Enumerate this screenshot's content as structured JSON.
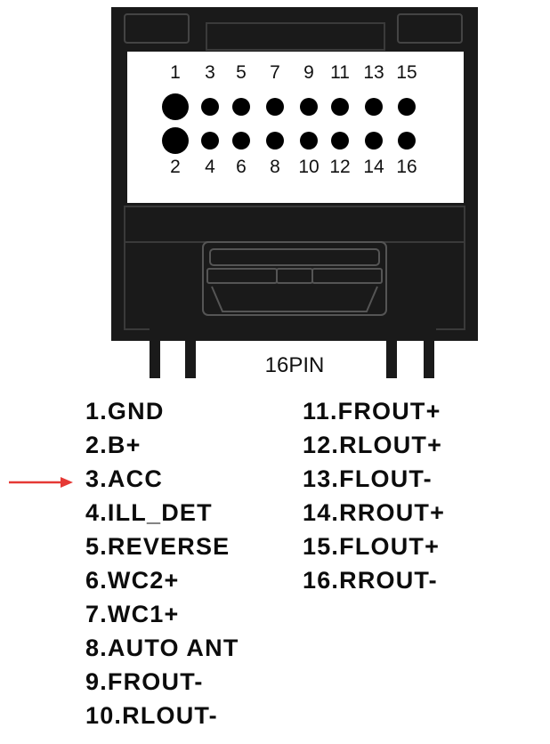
{
  "connector": {
    "label": "16PIN",
    "pin_numbers_top": [
      "1",
      "3",
      "5",
      "7",
      "9",
      "11",
      "13",
      "15"
    ],
    "pin_numbers_bottom": [
      "2",
      "4",
      "6",
      "8",
      "10",
      "12",
      "14",
      "16"
    ],
    "body_color": "#1a1a1a",
    "face_color": "#ffffff"
  },
  "pinout": {
    "left_column": [
      "1.GND",
      "2.B+",
      "3.ACC",
      "4.ILL_DET",
      "5.REVERSE",
      "6.WC2+",
      "7.WC1+",
      "8.AUTO ANT",
      "9.FROUT-",
      "10.RLOUT-"
    ],
    "right_column": [
      "11.FROUT+",
      "12.RLOUT+",
      "13.FLOUT-",
      "14.RROUT+",
      "15.FLOUT+",
      "16.RROUT-"
    ]
  },
  "highlight": {
    "item": "3.ACC",
    "arrow_color": "#e53935"
  }
}
